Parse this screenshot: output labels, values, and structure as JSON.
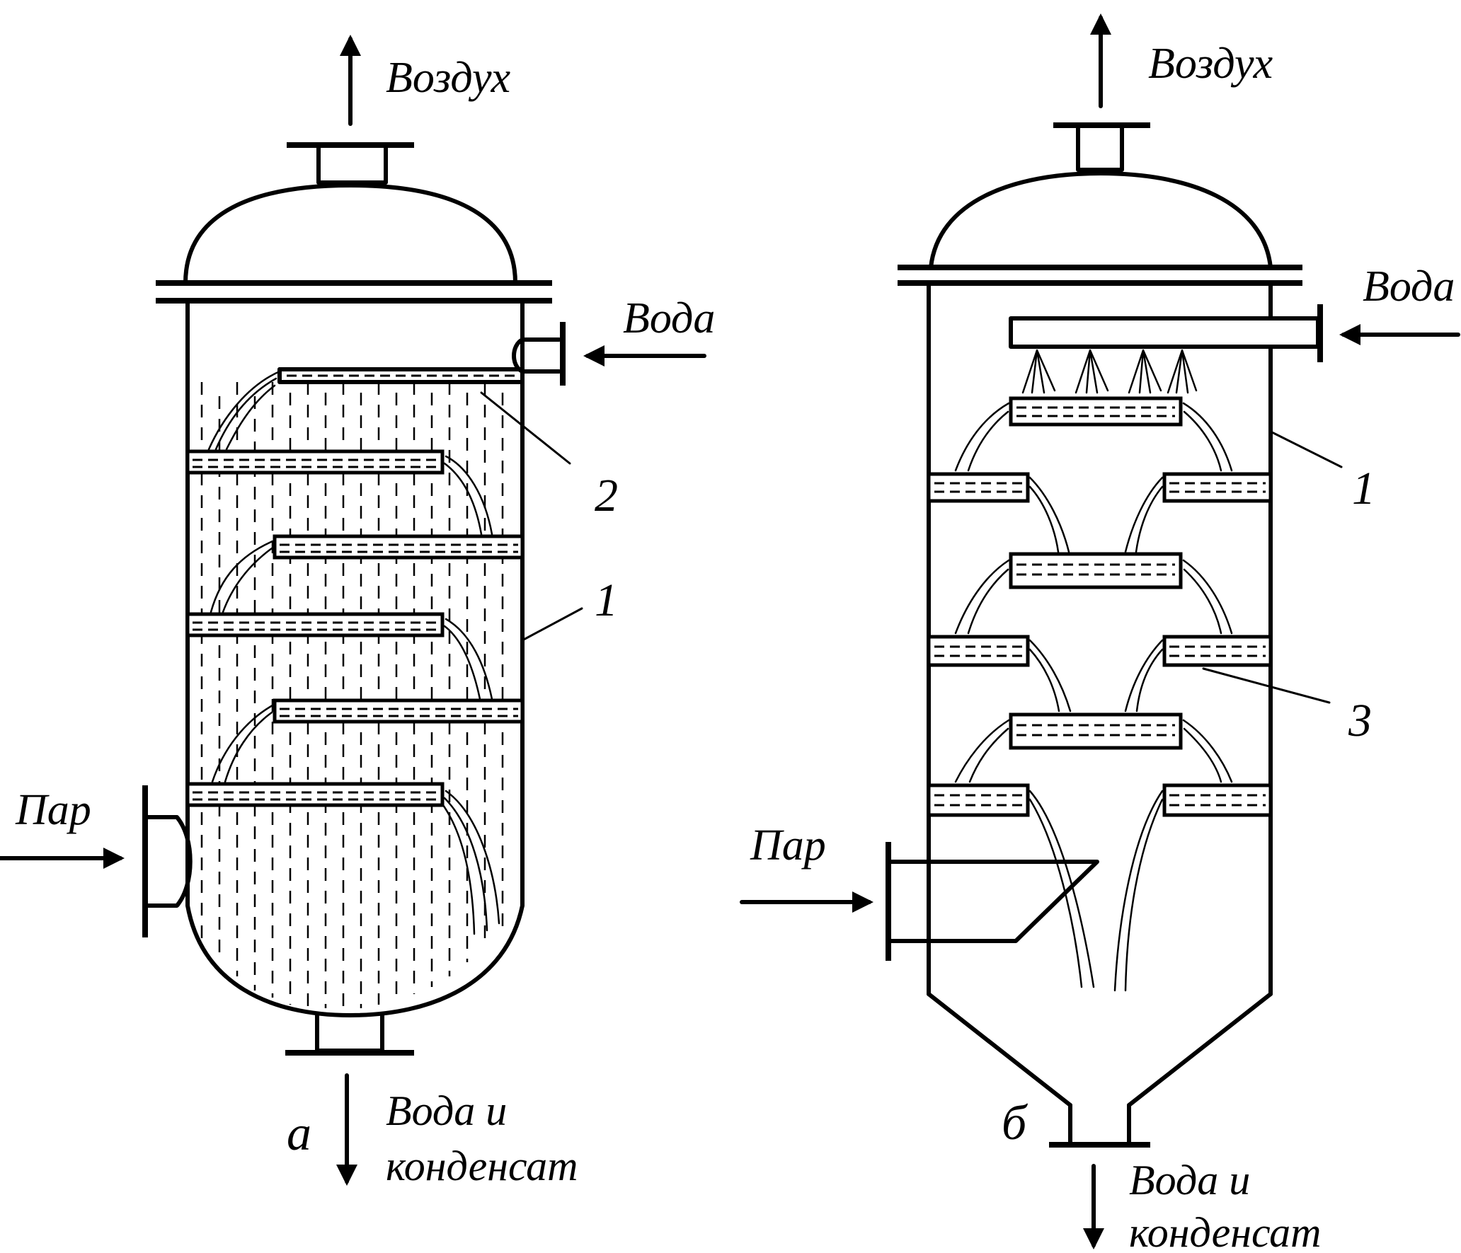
{
  "diagram_a": {
    "panel_label": "а",
    "air_out": "Воздух",
    "water_in": "Вода",
    "steam_in": "Пар",
    "outlet_line1": "Вода  и",
    "outlet_line2": "конденсат",
    "callout_1": "1",
    "callout_2": "2"
  },
  "diagram_b": {
    "panel_label": "б",
    "air_out": "Воздух",
    "water_in": "Вода",
    "steam_in": "Пар",
    "outlet_line1": "Вода и",
    "outlet_line2": "конденсат",
    "callout_1": "1",
    "callout_3": "3"
  }
}
